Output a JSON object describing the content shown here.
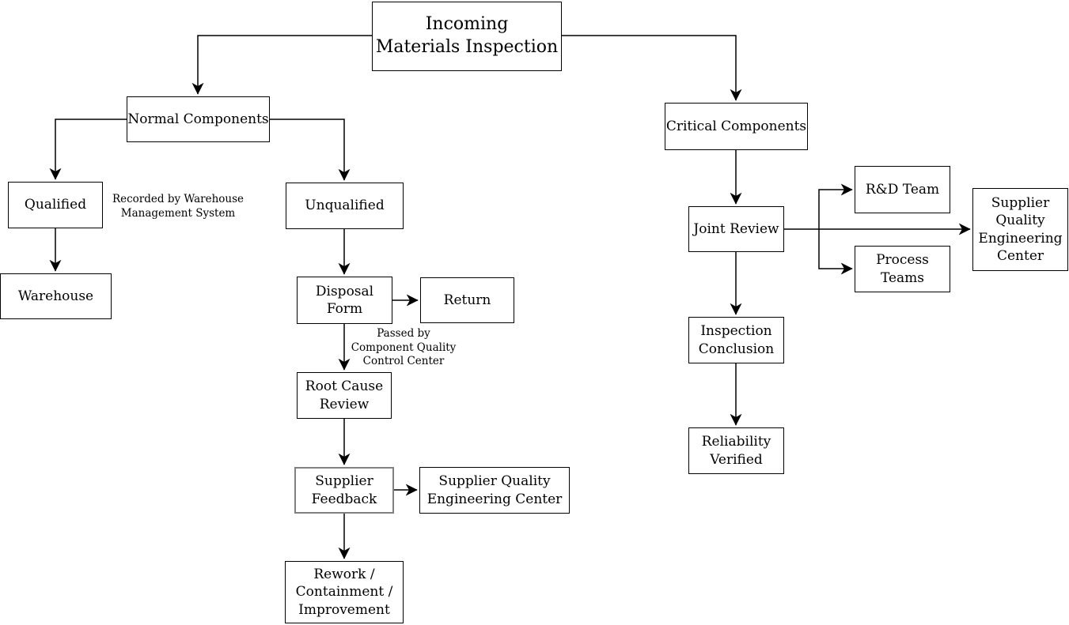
{
  "diagram": {
    "nodes": {
      "incoming": {
        "label": "Incoming\nMaterials Inspection"
      },
      "normal_components": {
        "label": "Normal Components"
      },
      "qualified": {
        "label": "Qualified"
      },
      "warehouse": {
        "label": "Warehouse"
      },
      "unqualified": {
        "label": "Unqualified"
      },
      "disposal_form": {
        "label": "Disposal\nForm"
      },
      "return": {
        "label": "Return"
      },
      "root_cause_review": {
        "label": "Root Cause\nReview"
      },
      "supplier_feedback": {
        "label": "Supplier\nFeedback"
      },
      "supplier_quality_engineering_center": {
        "label": "Supplier Quality\nEngineering Center"
      },
      "rework": {
        "label": "Rework /\nContainment /\nImprovement"
      },
      "critical_components": {
        "label": "Critical Components"
      },
      "joint_review": {
        "label": "Joint Review"
      },
      "rd_team": {
        "label": "R&D Team"
      },
      "process_teams": {
        "label": "Process\nTeams"
      },
      "supplier_quality_engineering_center_2": {
        "label": "Supplier\nQuality\nEngineering\nCenter"
      },
      "inspection_conclusion": {
        "label": "Inspection\nConclusion"
      },
      "reliability_verified": {
        "label": "Reliability\nVerified"
      }
    },
    "annotations": {
      "recorded_by": {
        "text": "Recorded by Warehouse\nManagement System"
      },
      "passed_by": {
        "text": "Passed by\nComponent Quality\nControl Center"
      }
    },
    "colors": {
      "background": "#ffffff",
      "line": "#000000",
      "box_border": "#000000",
      "highlight_border": "#808080",
      "text": "#000000"
    }
  }
}
